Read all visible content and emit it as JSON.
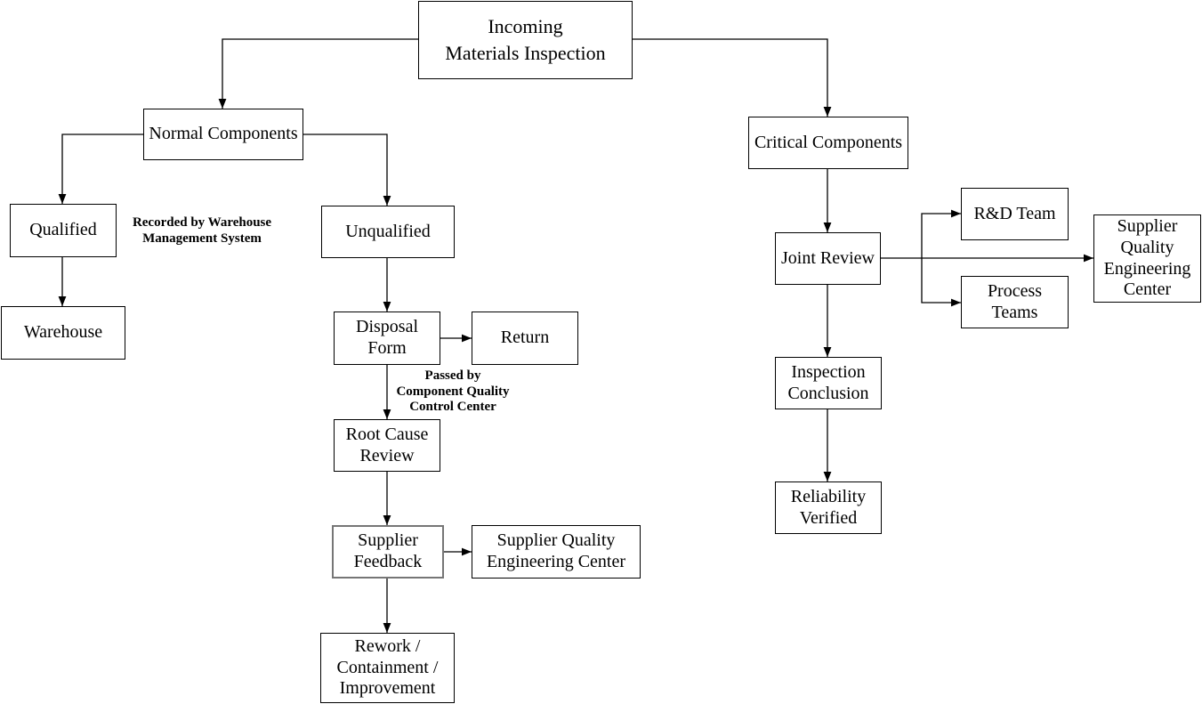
{
  "diagram": {
    "title": "Incoming Materials Inspection",
    "nodes": {
      "incoming": {
        "label": "Incoming\nMaterials Inspection"
      },
      "normal": {
        "label": "Normal Components"
      },
      "qualified": {
        "label": "Qualified"
      },
      "warehouse": {
        "label": "Warehouse"
      },
      "unqualified": {
        "label": "Unqualified"
      },
      "disposal_form": {
        "label": "Disposal\nForm"
      },
      "return": {
        "label": "Return"
      },
      "root_cause": {
        "label": "Root Cause\nReview"
      },
      "supplier_feedback": {
        "label": "Supplier\nFeedback"
      },
      "sqec_left": {
        "label": "Supplier Quality\nEngineering Center"
      },
      "rework": {
        "label": "Rework /\nContainment /\nImprovement"
      },
      "critical": {
        "label": "Critical Components"
      },
      "joint_review": {
        "label": "Joint Review"
      },
      "rnd_team": {
        "label": "R&D Team"
      },
      "process_teams": {
        "label": "Process\nTeams"
      },
      "sqec_right": {
        "label": "Supplier\nQuality\nEngineering\nCenter"
      },
      "inspection_conclusion": {
        "label": "Inspection\nConclusion"
      },
      "reliability_verified": {
        "label": "Reliability\nVerified"
      }
    },
    "annotations": {
      "warehouse_note": "Recorded by Warehouse\nManagement System",
      "passed_note": "Passed by\nComponent Quality\nControl Center"
    },
    "edges": [
      {
        "from": "incoming",
        "to": "normal"
      },
      {
        "from": "incoming",
        "to": "critical"
      },
      {
        "from": "normal",
        "to": "qualified"
      },
      {
        "from": "normal",
        "to": "unqualified"
      },
      {
        "from": "qualified",
        "to": "warehouse",
        "note": "Recorded by Warehouse Management System"
      },
      {
        "from": "unqualified",
        "to": "disposal_form"
      },
      {
        "from": "disposal_form",
        "to": "return"
      },
      {
        "from": "disposal_form",
        "to": "root_cause",
        "note": "Passed by Component Quality Control Center"
      },
      {
        "from": "root_cause",
        "to": "supplier_feedback"
      },
      {
        "from": "supplier_feedback",
        "to": "sqec_left"
      },
      {
        "from": "supplier_feedback",
        "to": "rework"
      },
      {
        "from": "critical",
        "to": "joint_review"
      },
      {
        "from": "joint_review",
        "to": "rnd_team"
      },
      {
        "from": "joint_review",
        "to": "process_teams"
      },
      {
        "from": "joint_review",
        "to": "sqec_right"
      },
      {
        "from": "joint_review",
        "to": "inspection_conclusion"
      },
      {
        "from": "inspection_conclusion",
        "to": "reliability_verified"
      }
    ],
    "colors": {
      "line": "#000000",
      "box_border": "#000000",
      "highlight_border": "#767676",
      "text": "#000000",
      "background": "#ffffff"
    }
  }
}
